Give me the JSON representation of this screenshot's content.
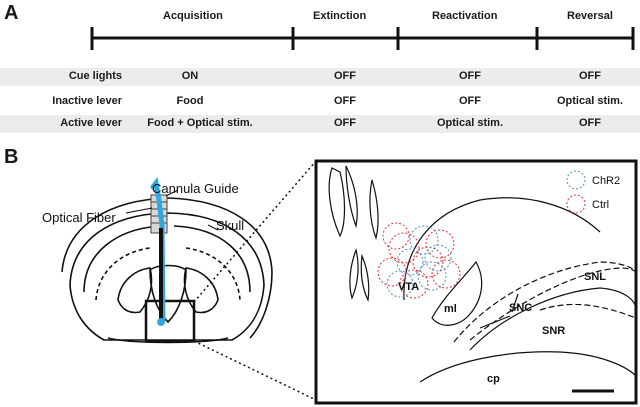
{
  "panel_a": {
    "letter": "A",
    "phases": [
      "Acquisition",
      "Extinction",
      "Reactivation",
      "Reversal"
    ],
    "rows": [
      {
        "label": "Cue lights",
        "values": [
          "ON",
          "OFF",
          "OFF",
          "OFF"
        ]
      },
      {
        "label": "Inactive lever",
        "values": [
          "Food",
          "OFF",
          "OFF",
          "Optical stim."
        ]
      },
      {
        "label": "Active lever",
        "values": [
          "Food + Optical stim.",
          "OFF",
          "Optical stim.",
          "OFF"
        ]
      }
    ]
  },
  "panel_b": {
    "letter": "B",
    "labels": {
      "cannula_guide": "Cannula Guide",
      "optical_fiber": "Optical Fiber",
      "skull": "Skull"
    },
    "inset": {
      "legend": [
        {
          "name": "ChR2",
          "color": "#4a90c8"
        },
        {
          "name": "Ctrl",
          "color": "#e03030"
        }
      ],
      "regions": {
        "vta": "VTA",
        "ml": "ml",
        "snc": "SNC",
        "snl": "SNL",
        "snr": "SNR",
        "cp": "cp"
      }
    },
    "colors": {
      "fiber": "#2fa8e0",
      "chr2": "#4a90c8",
      "ctrl": "#e03030"
    }
  }
}
